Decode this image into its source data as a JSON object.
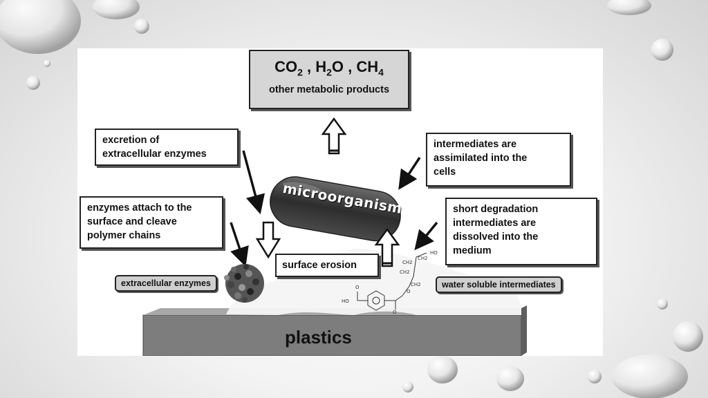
{
  "products": {
    "gas_line": [
      "CO",
      "2",
      " ,  H",
      "2",
      "O ,  CH",
      "4"
    ],
    "other": "other metabolic products"
  },
  "labels": {
    "excretion": [
      "excretion of",
      "extracellular enzymes"
    ],
    "intermediates_assimilated": [
      "intermediates are",
      "assimilated into the",
      "cells"
    ],
    "enzymes_attach": [
      "enzymes attach to the",
      "surface and cleave",
      "polymer chains"
    ],
    "short_degradation": [
      "short degradation",
      "intermediates are",
      "dissolved into the",
      "medium"
    ],
    "surface_erosion": "surface erosion",
    "extracellular_enzymes": "extracellular enzymes",
    "water_soluble": "water soluble intermediates",
    "microorganism": "microorganism",
    "plastics": "plastics"
  },
  "chemical": {
    "groups": [
      "HO",
      "CH2",
      "CH2",
      "CH2",
      "CH2",
      "O",
      "O",
      "HO",
      "O"
    ]
  },
  "colors": {
    "box_fill": "#ffffff",
    "pill_fill": "#cfcfcf",
    "microorganism_fill": "#3a3a3a",
    "plastics_fill": "#7d7d7d",
    "plastics_top": "#a8a8a8"
  }
}
